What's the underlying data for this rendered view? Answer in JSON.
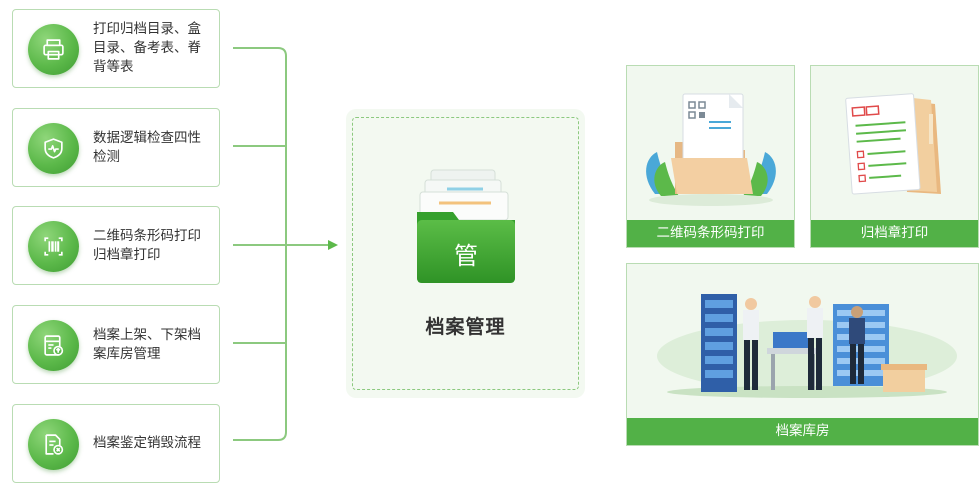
{
  "features": [
    {
      "label": "打印归档目录、盒目录、备考表、脊背等表",
      "icon": "printer-icon"
    },
    {
      "label": "数据逻辑检查四性检测",
      "icon": "shield-check-icon"
    },
    {
      "label": "二维码条形码打印归档章打印",
      "icon": "barcode-icon"
    },
    {
      "label": "档案上架、下架档案库房管理",
      "icon": "shelf-upload-icon"
    },
    {
      "label": "档案鉴定销毁流程",
      "icon": "document-delete-icon"
    }
  ],
  "center": {
    "title": "档案管理",
    "folder_char": "管"
  },
  "tiles": [
    {
      "label": "二维码条形码打印"
    },
    {
      "label": "归档章打印"
    },
    {
      "label": "档案库房"
    }
  ],
  "colors": {
    "accent": "#52b147",
    "border": "#b9dcb3",
    "line": "#8cc97f",
    "tile_bg": "#f1f8ef"
  }
}
